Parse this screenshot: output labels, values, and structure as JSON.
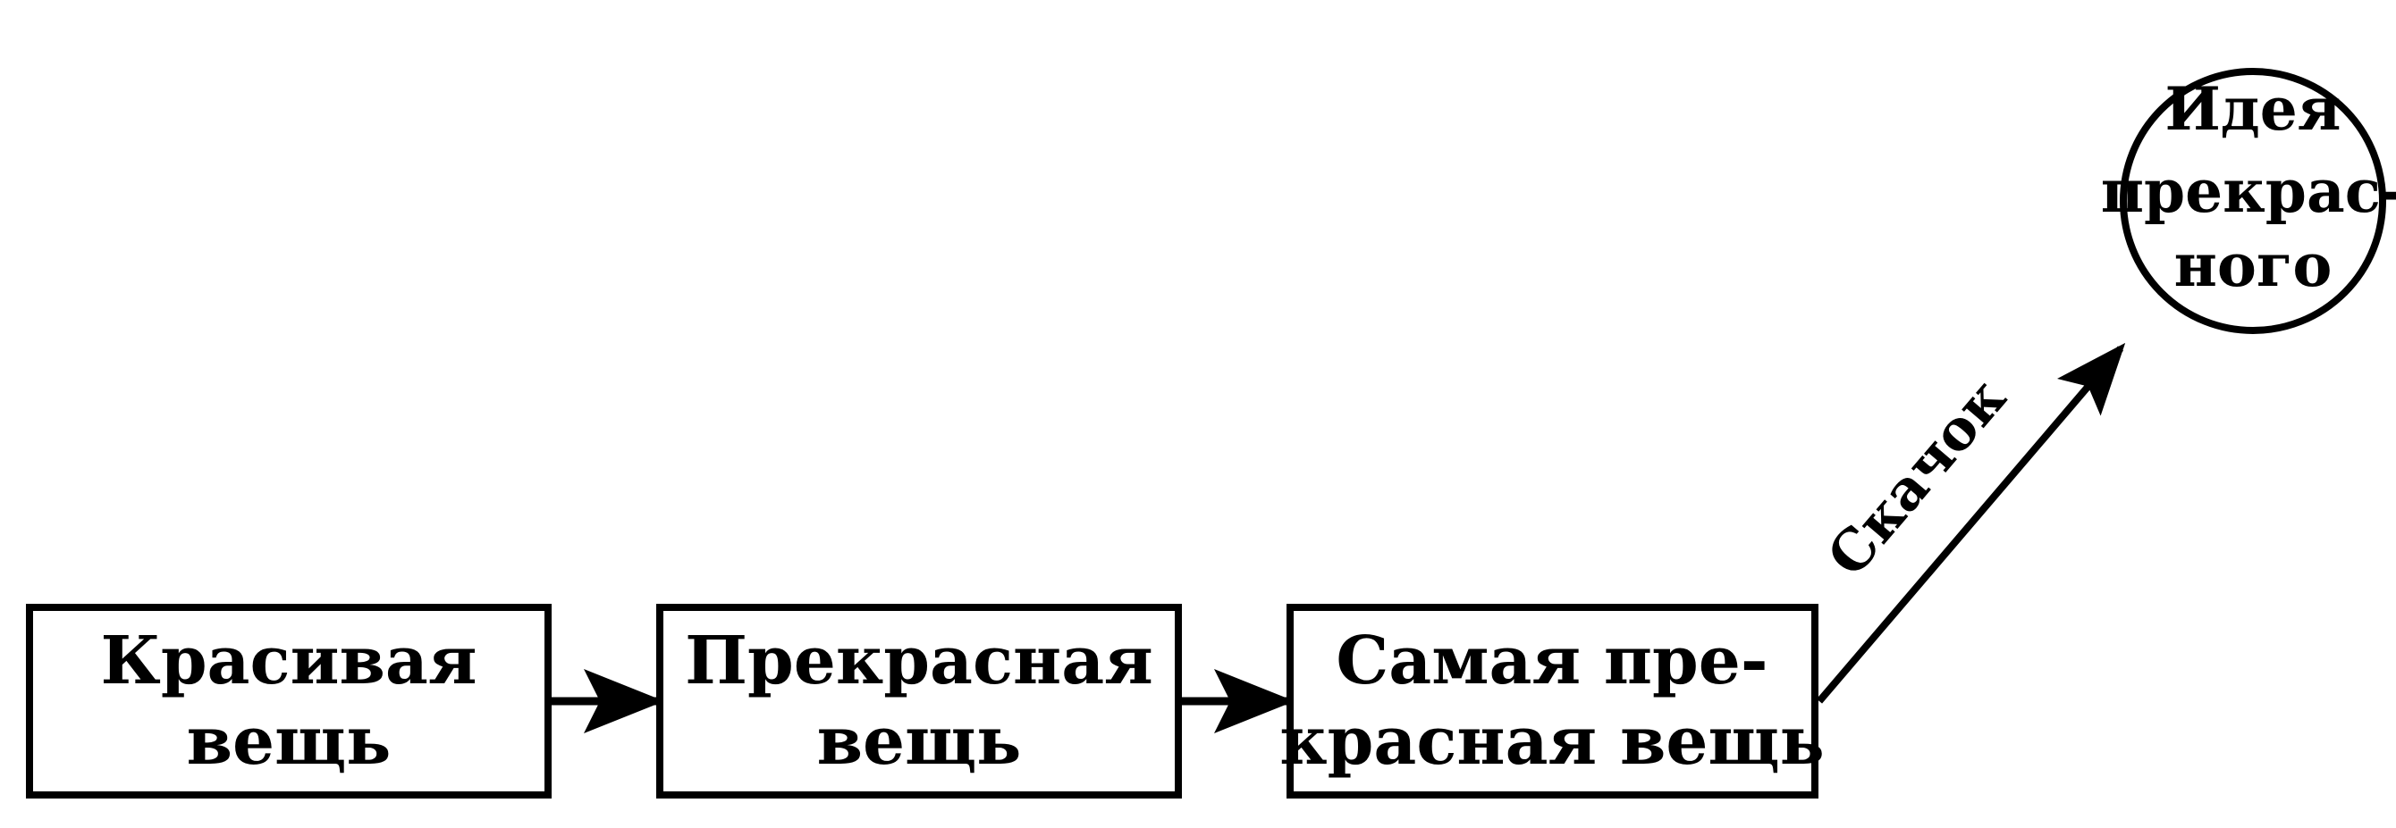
{
  "diagram": {
    "nodes": {
      "box1": {
        "line1": "Красивая",
        "line2": "вещь"
      },
      "box2": {
        "line1": "Прекрасная",
        "line2": "вещь"
      },
      "box3": {
        "line1": "Самая пре-",
        "line2": "красная вещь"
      },
      "circle": {
        "line1": "Идея",
        "line2": "прекрас-",
        "line3": "ного"
      }
    },
    "edges": {
      "leap_label": "Скачок"
    }
  }
}
